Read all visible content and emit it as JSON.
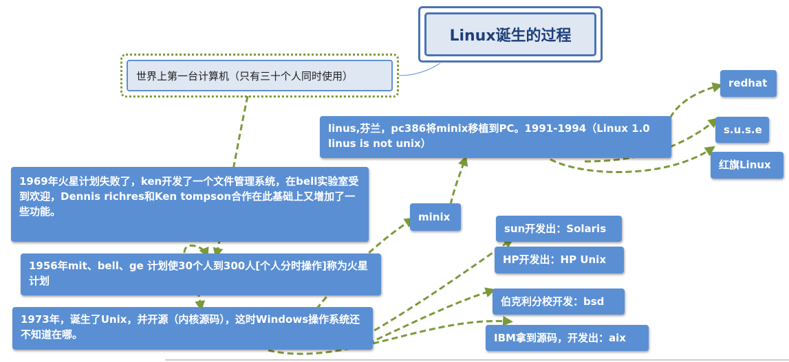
{
  "title": "Linux诞生的过程",
  "first_computer": "世界上第一台计算机（只有三十个人同时使用）",
  "nodes": {
    "mars_plan_failed": "1969年火星计划失败了，ken开发了一个文件管理系统，在bell实验室受到欢迎，Dennis richres和Ken tompson合作在此基础上又增加了一些功能。",
    "mars_plan": "1956年mit、bell、ge 计划使30个人到300人[个人分时操作]称为火星计划",
    "unix_born": "1973年，诞生了Unix，并开源（内核源码），这时Windows操作系统还不知道在哪。",
    "minix": "minix",
    "linus": "linus,芬兰，pc386将minix移植到PC。1991-1994（Linux 1.0 linus is not unix）",
    "redhat": "redhat",
    "suse": "s.u.s.e",
    "redflag": "红旗Linux",
    "solaris": "sun开发出：Solaris",
    "hpux": "HP开发出：HP Unix",
    "bsd": "伯克利分校开发：bsd",
    "aix": "IBM拿到源码，开发出：aix"
  },
  "colors": {
    "node_fill": "#5b8fd4",
    "title_border": "#4a72b8",
    "connector": "#7a9a3a"
  }
}
